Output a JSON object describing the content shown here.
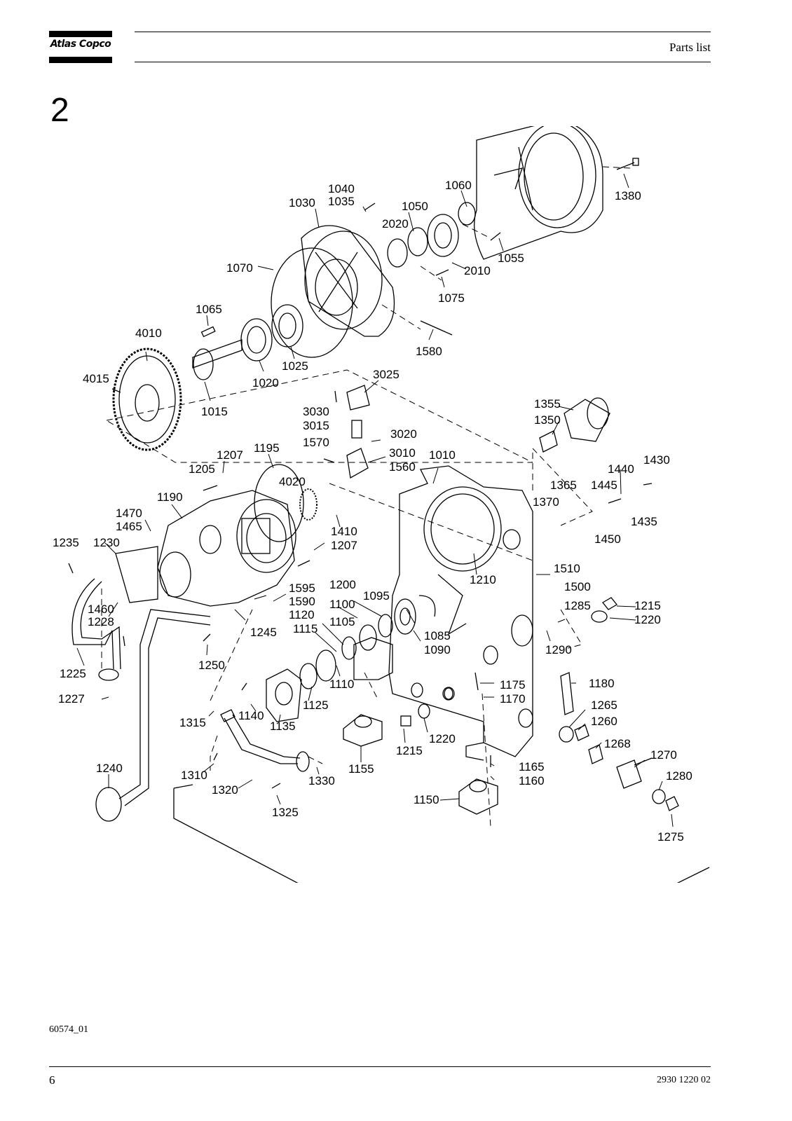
{
  "header": {
    "logo_text": "Atlas Copco",
    "title": "Parts list"
  },
  "section_number": "2",
  "diagram": {
    "figure_id": "60574_01",
    "part_labels": [
      "1380",
      "1060",
      "1040",
      "1035",
      "1030",
      "1050",
      "2020",
      "1055",
      "2010",
      "1070",
      "1075",
      "1065",
      "4010",
      "1025",
      "1580",
      "4015",
      "1020",
      "1015",
      "3025",
      "3030",
      "1355",
      "1350",
      "3015",
      "3020",
      "1570",
      "3010",
      "1010",
      "1560",
      "1207",
      "1195",
      "1205",
      "4020",
      "1430",
      "1440",
      "1365",
      "1445",
      "1370",
      "1435",
      "1190",
      "1470",
      "1465",
      "1410",
      "1207",
      "1450",
      "1235",
      "1230",
      "1210",
      "1510",
      "1500",
      "1595",
      "1200",
      "1590",
      "1095",
      "1215",
      "1460",
      "1100",
      "1285",
      "1220",
      "1228",
      "1120",
      "1105",
      "1085",
      "1245",
      "1115",
      "1090",
      "1290",
      "1250",
      "1225",
      "1175",
      "1180",
      "1110",
      "1227",
      "1170",
      "1125",
      "1265",
      "1315",
      "1140",
      "1135",
      "1260",
      "1220",
      "1215",
      "1268",
      "1165",
      "1270",
      "1240",
      "1155",
      "1160",
      "1280",
      "1310",
      "1330",
      "1320",
      "1150",
      "1325",
      "1275"
    ]
  },
  "footer": {
    "image_ref": "60574_01",
    "page_number": "6",
    "doc_number": "2930 1220 02"
  }
}
